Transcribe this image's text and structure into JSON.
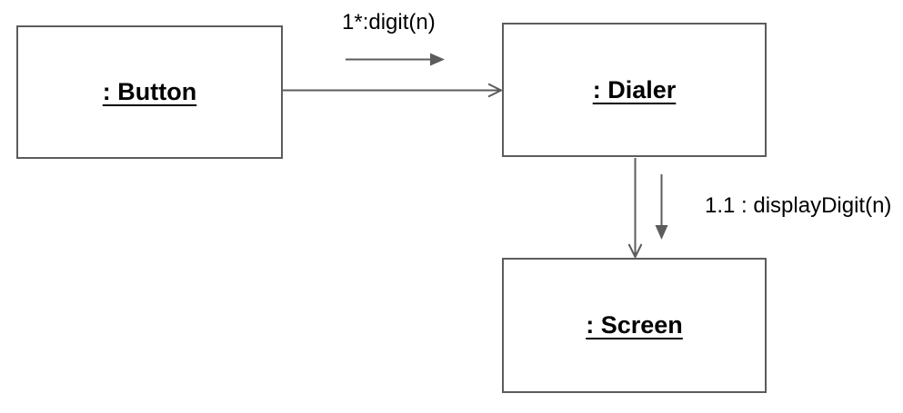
{
  "diagram": {
    "type": "uml-communication-diagram",
    "background_color": "#ffffff",
    "line_color": "#5c5c5c",
    "text_color": "#000000",
    "objects": [
      {
        "id": "button",
        "label": ": Button"
      },
      {
        "id": "dialer",
        "label": ": Dialer"
      },
      {
        "id": "screen",
        "label": ": Screen"
      }
    ],
    "links": [
      {
        "from": "button",
        "to": "dialer",
        "orientation": "horizontal",
        "arrowhead": "open"
      },
      {
        "from": "dialer",
        "to": "screen",
        "orientation": "vertical",
        "arrowhead": "open"
      }
    ],
    "messages": [
      {
        "label": "1*:digit(n)",
        "from": "button",
        "to": "dialer",
        "direction": "right",
        "arrowhead": "filled"
      },
      {
        "label": "1.1 : displayDigit(n)",
        "from": "dialer",
        "to": "screen",
        "direction": "down",
        "arrowhead": "filled"
      }
    ]
  }
}
